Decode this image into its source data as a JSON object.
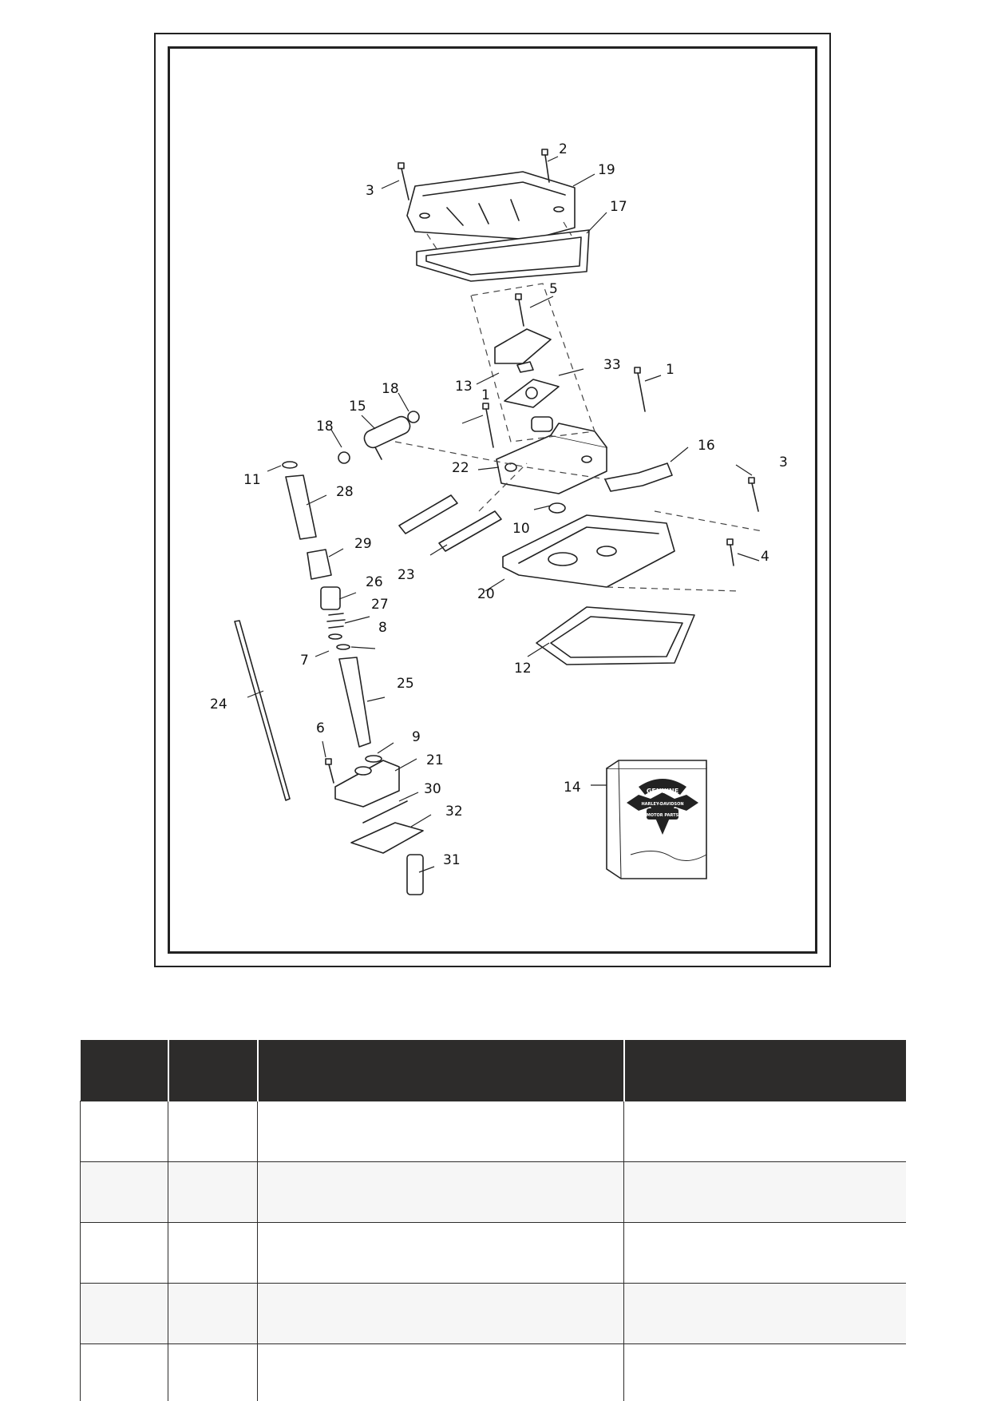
{
  "diagram": {
    "callouts": [
      {
        "id": "c-1a",
        "label": "1"
      },
      {
        "id": "c-1b",
        "label": "1"
      },
      {
        "id": "c-2",
        "label": "2"
      },
      {
        "id": "c-3a",
        "label": "3"
      },
      {
        "id": "c-3b",
        "label": "3"
      },
      {
        "id": "c-4",
        "label": "4"
      },
      {
        "id": "c-5",
        "label": "5"
      },
      {
        "id": "c-6",
        "label": "6"
      },
      {
        "id": "c-7",
        "label": "7"
      },
      {
        "id": "c-8",
        "label": "8"
      },
      {
        "id": "c-9",
        "label": "9"
      },
      {
        "id": "c-10",
        "label": "10"
      },
      {
        "id": "c-11",
        "label": "11"
      },
      {
        "id": "c-12",
        "label": "12"
      },
      {
        "id": "c-13",
        "label": "13"
      },
      {
        "id": "c-14",
        "label": "14"
      },
      {
        "id": "c-15",
        "label": "15"
      },
      {
        "id": "c-16",
        "label": "16"
      },
      {
        "id": "c-17",
        "label": "17"
      },
      {
        "id": "c-18a",
        "label": "18"
      },
      {
        "id": "c-18b",
        "label": "18"
      },
      {
        "id": "c-19",
        "label": "19"
      },
      {
        "id": "c-20",
        "label": "20"
      },
      {
        "id": "c-21",
        "label": "21"
      },
      {
        "id": "c-22",
        "label": "22"
      },
      {
        "id": "c-23",
        "label": "23"
      },
      {
        "id": "c-24",
        "label": "24"
      },
      {
        "id": "c-25",
        "label": "25"
      },
      {
        "id": "c-26",
        "label": "26"
      },
      {
        "id": "c-27",
        "label": "27"
      },
      {
        "id": "c-28",
        "label": "28"
      },
      {
        "id": "c-29",
        "label": "29"
      },
      {
        "id": "c-30",
        "label": "30"
      },
      {
        "id": "c-31",
        "label": "31"
      },
      {
        "id": "c-32",
        "label": "32"
      },
      {
        "id": "c-33",
        "label": "33"
      }
    ],
    "logo": {
      "top_word": "GENUINE",
      "center_text": "HARLEY-DAVIDSON",
      "bottom_text": "MOTOR PARTS"
    }
  },
  "table": {
    "columns": 4,
    "header": [
      "",
      "",
      "",
      ""
    ],
    "rows": [
      [
        "",
        "",
        "",
        ""
      ],
      [
        "",
        "",
        "",
        ""
      ],
      [
        "",
        "",
        "",
        ""
      ],
      [
        "",
        "",
        "",
        ""
      ],
      [
        "",
        "",
        "",
        ""
      ]
    ]
  }
}
